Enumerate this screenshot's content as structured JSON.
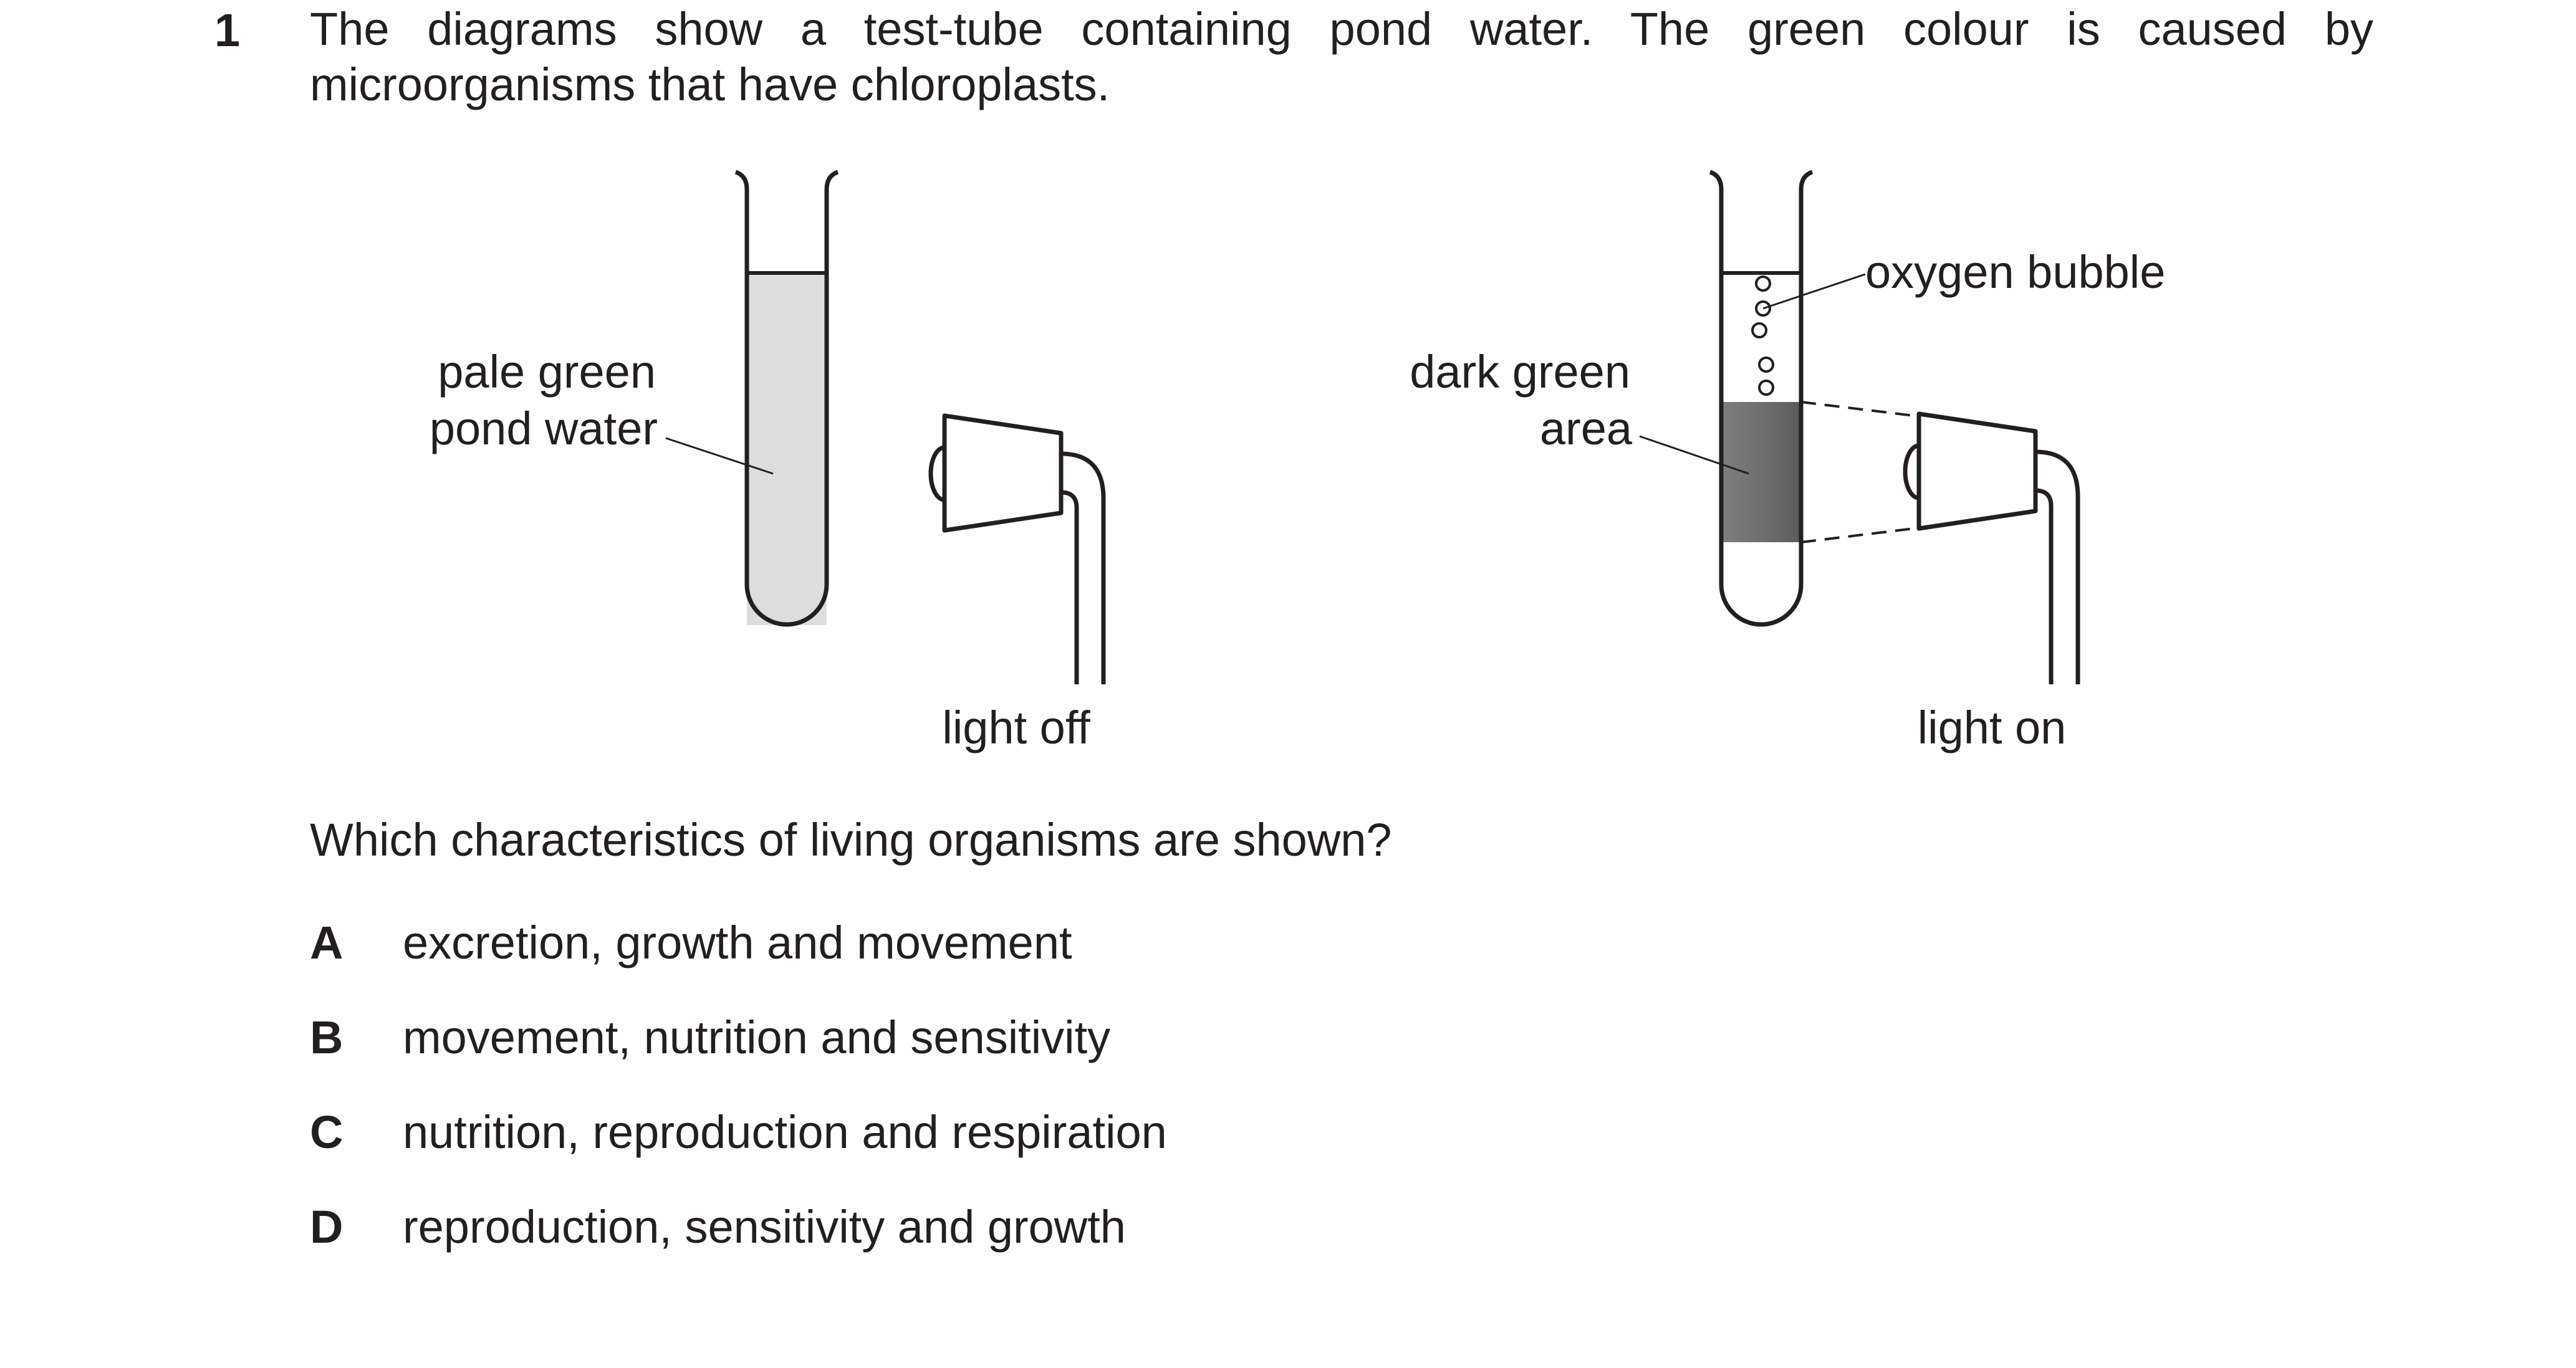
{
  "question": {
    "number": "1",
    "stem_line1": "The diagrams show a test-tube containing pond water. The green colour is caused by",
    "stem_line2": "microorganisms that have chloroplasts.",
    "prompt": "Which characteristics of living organisms are shown?"
  },
  "diagram": {
    "left": {
      "label_line1": "pale green",
      "label_line2": "pond water",
      "caption": "light off",
      "water_color": "#dddddd"
    },
    "right": {
      "label_line1": "dark green",
      "label_line2": "area",
      "bubble_label": "oxygen bubble",
      "caption": "light on",
      "dark_area_color": "#707070"
    }
  },
  "options": [
    {
      "letter": "A",
      "text": "excretion, growth and movement"
    },
    {
      "letter": "B",
      "text": "movement, nutrition and sensitivity"
    },
    {
      "letter": "C",
      "text": "nutrition, reproduction and respiration"
    },
    {
      "letter": "D",
      "text": "reproduction, sensitivity and growth"
    }
  ]
}
